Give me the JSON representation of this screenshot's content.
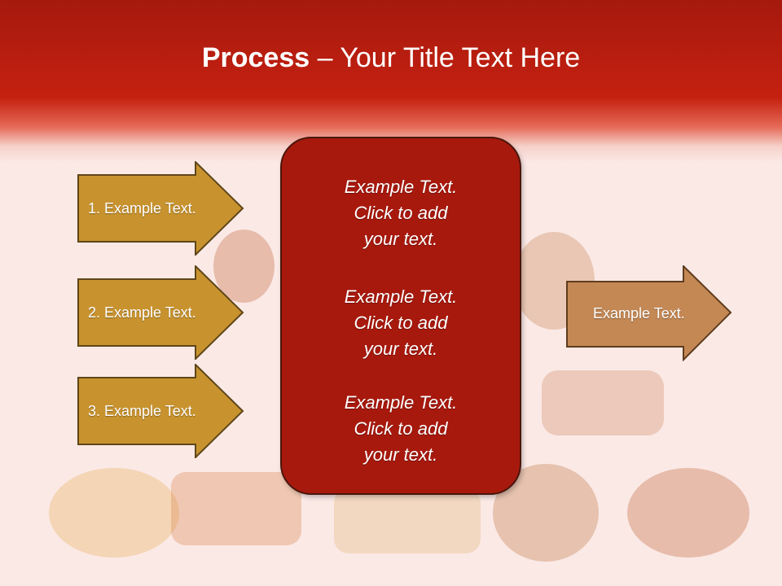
{
  "slide": {
    "title_bold": "Process",
    "title_rest": " – Your Title Text Here"
  },
  "left_arrows": [
    {
      "label": "1. Example Text."
    },
    {
      "label": "2. Example Text."
    },
    {
      "label": "3. Example Text."
    }
  ],
  "center_box": {
    "blocks": [
      {
        "line1": "Example Text.",
        "line2": "Click  to add",
        "line3": "your text."
      },
      {
        "line1": "Example Text.",
        "line2": "Click  to add",
        "line3": "your text."
      },
      {
        "line1": "Example Text.",
        "line2": "Click  to add",
        "line3": "your text."
      }
    ]
  },
  "right_arrow": {
    "label": "Example Text."
  },
  "colors": {
    "header_red": "#c52110",
    "arrow_gold": "#c8932f",
    "arrow_tan": "#c48855",
    "box_red": "#a8190d"
  }
}
